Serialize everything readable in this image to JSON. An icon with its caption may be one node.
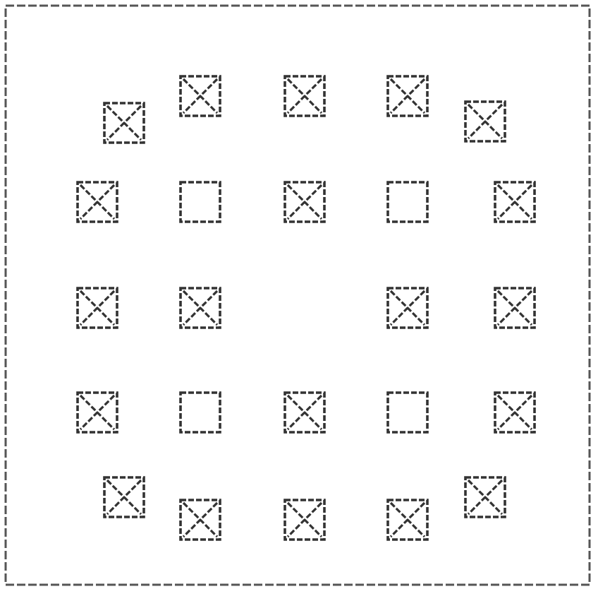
{
  "diagram": {
    "nodes": [
      {
        "text": [],
        "shape": "crossed-box"
      },
      {
        "text": [],
        "shape": "crossed-box"
      },
      {
        "text": [],
        "shape": "crossed-box"
      },
      {
        "text": [],
        "shape": "crossed-box"
      },
      {
        "text": [],
        "shape": "crossed-box"
      },
      {
        "text": [],
        "shape": "crossed-box"
      },
      {
        "text": [],
        "shape": "box"
      },
      {
        "text": [],
        "shape": "crossed-box"
      },
      {
        "text": [],
        "shape": "box"
      },
      {
        "text": [],
        "shape": "crossed-box"
      },
      {
        "text": [],
        "shape": "crossed-box"
      },
      {
        "text": [],
        "shape": "crossed-box"
      },
      {
        "text": [],
        "shape": "crossed-box"
      },
      {
        "text": [],
        "shape": "crossed-box"
      },
      {
        "text": [],
        "shape": "crossed-box"
      },
      {
        "text": [],
        "shape": "box"
      },
      {
        "text": [],
        "shape": "crossed-box"
      },
      {
        "text": [],
        "shape": "box"
      },
      {
        "text": [],
        "shape": "crossed-box"
      },
      {
        "text": [],
        "shape": "crossed-box"
      },
      {
        "text": [],
        "shape": "crossed-box"
      },
      {
        "text": [],
        "shape": "crossed-box"
      },
      {
        "text": [],
        "shape": "crossed-box"
      },
      {
        "text": [],
        "shape": "crossed-box"
      }
    ]
  }
}
